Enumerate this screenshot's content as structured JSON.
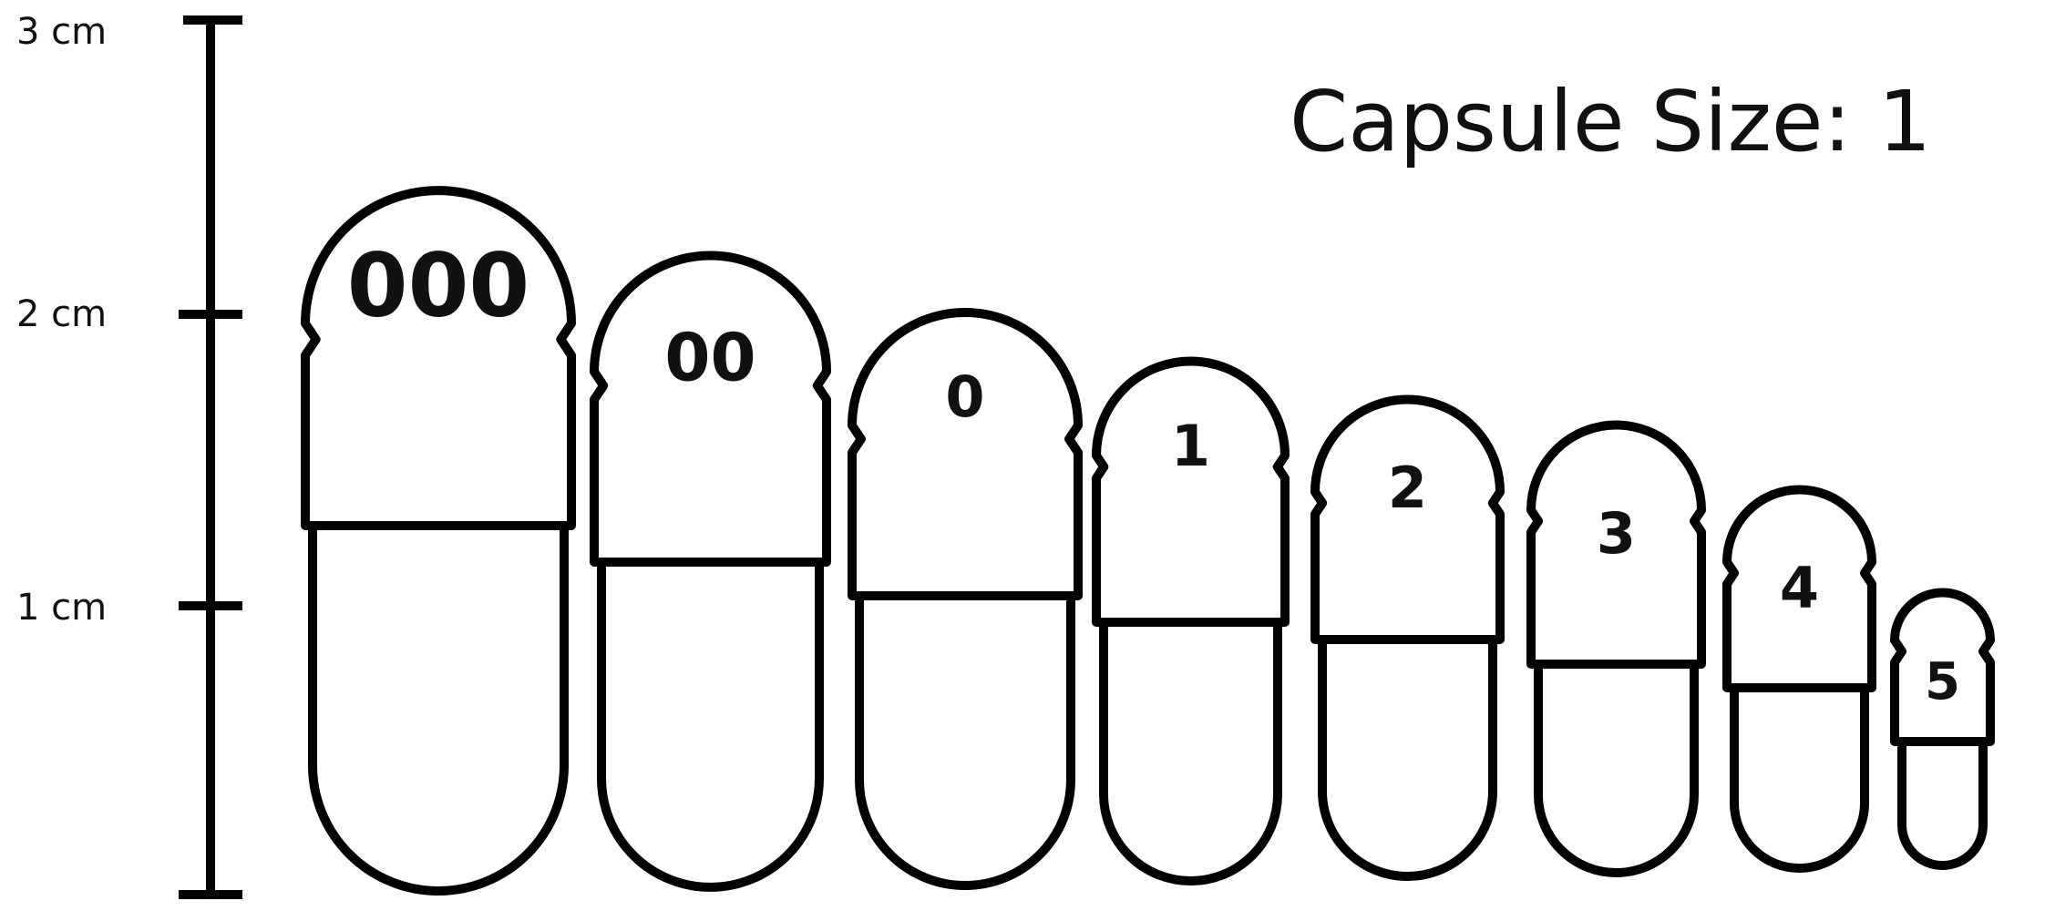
{
  "title": "Capsule Size: 1",
  "scale": {
    "ticks": [
      {
        "label": "3 cm",
        "value": 3
      },
      {
        "label": "2 cm",
        "value": 2
      },
      {
        "label": "1 cm",
        "value": 1
      }
    ]
  },
  "capsules": [
    {
      "label": "000"
    },
    {
      "label": "00"
    },
    {
      "label": "0"
    },
    {
      "label": "1"
    },
    {
      "label": "2"
    },
    {
      "label": "3"
    },
    {
      "label": "4"
    },
    {
      "label": "5"
    }
  ],
  "colors": {
    "stroke": "#000000",
    "background": "#ffffff"
  }
}
